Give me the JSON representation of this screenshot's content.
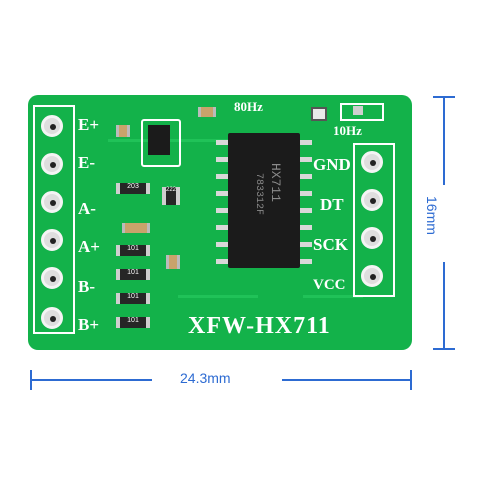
{
  "board": {
    "model_label": "XFW-HX711",
    "left_pins": [
      "E+",
      "E-",
      "A-",
      "A+",
      "B-",
      "B+"
    ],
    "right_pins": [
      "GND",
      "DT",
      "SCK",
      "VCC"
    ],
    "rate_80": "80Hz",
    "rate_10": "10Hz",
    "chip_line1": "HX711",
    "chip_line2": "783312F",
    "res_203": "203",
    "res_101": "101",
    "res_222": "222"
  },
  "dimensions": {
    "width_label": "24.3mm",
    "height_label": "16mm"
  },
  "colors": {
    "pcb": "#13b24a",
    "silkscreen": "#ffffff",
    "dimension": "#2d6bd2",
    "chip": "#1b1b1b"
  }
}
